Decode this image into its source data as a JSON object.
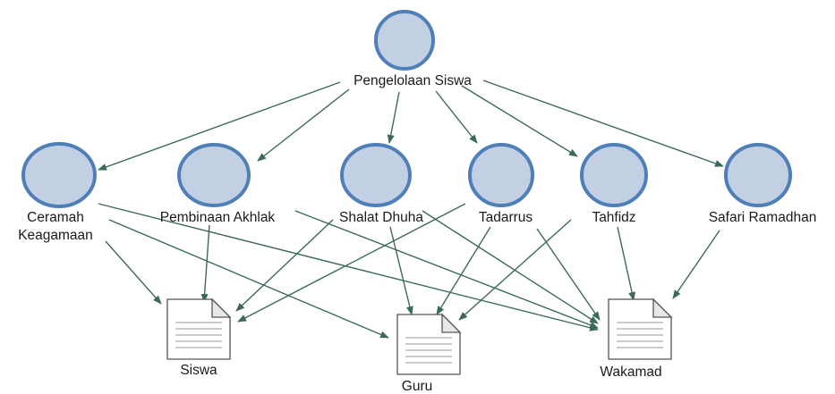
{
  "diagram": {
    "root": {
      "id": "root",
      "label": "Pengelolaan Siswa"
    },
    "activities": [
      {
        "id": "ceramah",
        "label_lines": [
          "Ceramah",
          "Keagamaan"
        ]
      },
      {
        "id": "pembinaan",
        "label_lines": [
          "Pembinaan Akhlak"
        ]
      },
      {
        "id": "shalat",
        "label_lines": [
          "Shalat Dhuha"
        ]
      },
      {
        "id": "tadarrus",
        "label_lines": [
          "Tadarrus"
        ]
      },
      {
        "id": "tahfidz",
        "label_lines": [
          "Tahfidz"
        ]
      },
      {
        "id": "safari",
        "label_lines": [
          "Safari Ramadhan"
        ]
      }
    ],
    "documents": [
      {
        "id": "siswa",
        "label": "Siswa"
      },
      {
        "id": "guru",
        "label": "Guru"
      },
      {
        "id": "wakamad",
        "label": "Wakamad"
      }
    ],
    "edges": [
      [
        "root",
        "ceramah"
      ],
      [
        "root",
        "pembinaan"
      ],
      [
        "root",
        "shalat"
      ],
      [
        "root",
        "tadarrus"
      ],
      [
        "root",
        "tahfidz"
      ],
      [
        "root",
        "safari"
      ],
      [
        "ceramah",
        "siswa"
      ],
      [
        "ceramah",
        "guru"
      ],
      [
        "ceramah",
        "wakamad"
      ],
      [
        "pembinaan",
        "siswa"
      ],
      [
        "pembinaan",
        "wakamad"
      ],
      [
        "shalat",
        "siswa"
      ],
      [
        "shalat",
        "guru"
      ],
      [
        "shalat",
        "wakamad"
      ],
      [
        "tadarrus",
        "siswa"
      ],
      [
        "tadarrus",
        "guru"
      ],
      [
        "tadarrus",
        "wakamad"
      ],
      [
        "tahfidz",
        "guru"
      ],
      [
        "tahfidz",
        "wakamad"
      ],
      [
        "safari",
        "wakamad"
      ]
    ]
  },
  "colors": {
    "circle_fill": "#c3cfe3",
    "circle_stroke": "#4f7fb8",
    "edge": "#3d6a58"
  }
}
